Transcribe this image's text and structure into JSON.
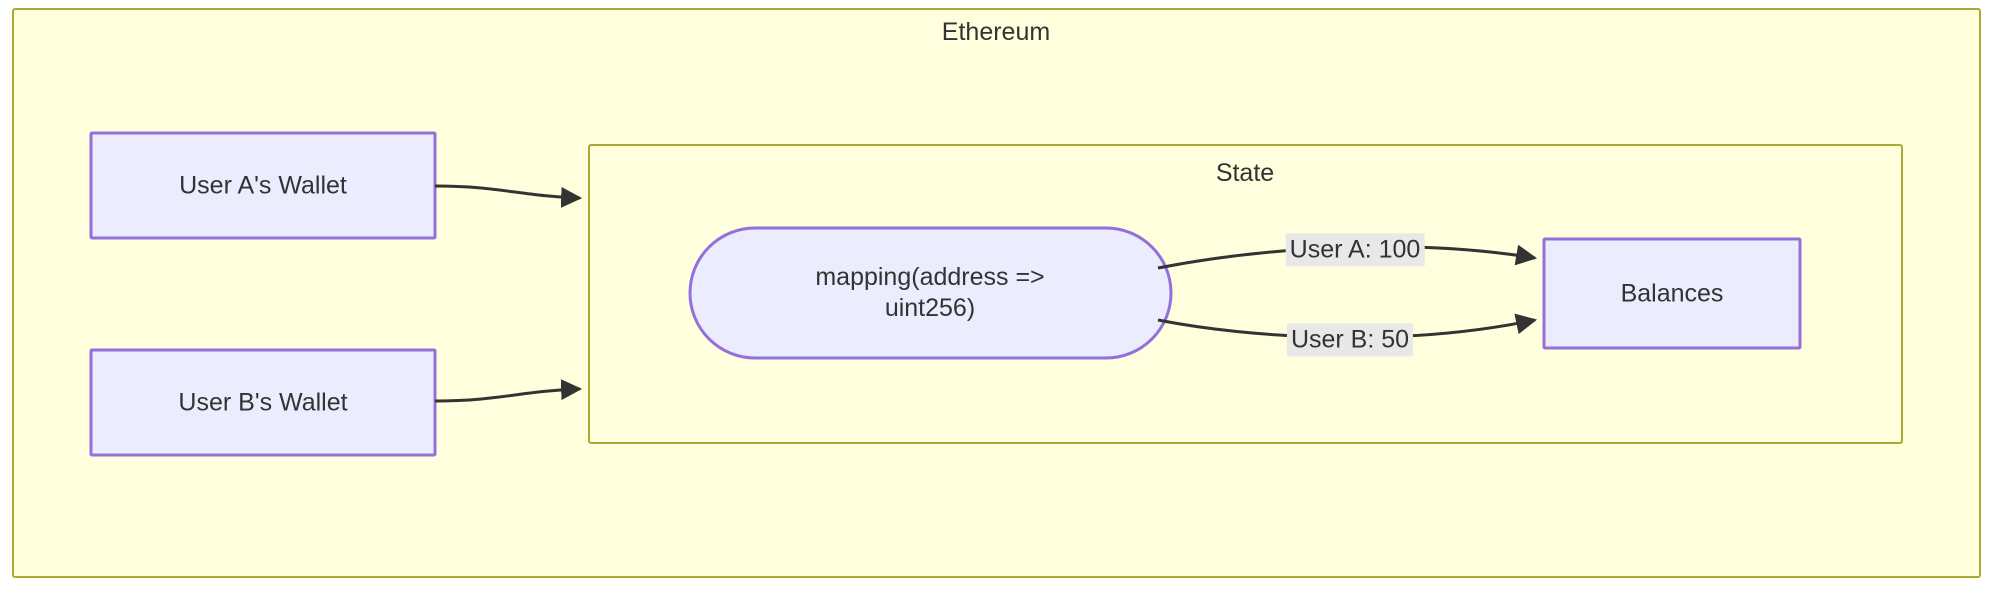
{
  "diagram": {
    "type": "flowchart",
    "direction": "left-to-right",
    "clusters": [
      {
        "id": "ethereum",
        "title": "Ethereum",
        "fill": "#ffffde",
        "stroke": "#aaaa33"
      },
      {
        "id": "state",
        "title": "State",
        "fill": "#ffffde",
        "stroke": "#aaaa33"
      }
    ],
    "nodes": [
      {
        "id": "wallet-a",
        "label": "User A's Wallet",
        "shape": "rect",
        "fill": "#ececff",
        "stroke": "#9370db"
      },
      {
        "id": "wallet-b",
        "label": "User B's Wallet",
        "shape": "rect",
        "fill": "#ececff",
        "stroke": "#9370db"
      },
      {
        "id": "mapping",
        "label_line1": "mapping(address =>",
        "label_line2": "uint256)",
        "label": "mapping(address => uint256)",
        "shape": "stadium",
        "fill": "#ececff",
        "stroke": "#9370db"
      },
      {
        "id": "balances",
        "label": "Balances",
        "shape": "rect",
        "fill": "#ececff",
        "stroke": "#9370db"
      }
    ],
    "edges": [
      {
        "id": "e1",
        "from": "wallet-a",
        "to": "state",
        "label": ""
      },
      {
        "id": "e2",
        "from": "wallet-b",
        "to": "state",
        "label": ""
      },
      {
        "id": "e3",
        "from": "mapping",
        "to": "balances",
        "label": "User A: 100"
      },
      {
        "id": "e4",
        "from": "mapping",
        "to": "balances",
        "label": "User B: 50"
      }
    ],
    "colors": {
      "cluster_fill": "#ffffde",
      "cluster_stroke": "#aaaa33",
      "node_fill": "#ececff",
      "node_stroke": "#9370db",
      "edge_stroke": "#333333",
      "text": "#333333",
      "edge_label_bg": "#e8e8e8"
    }
  }
}
